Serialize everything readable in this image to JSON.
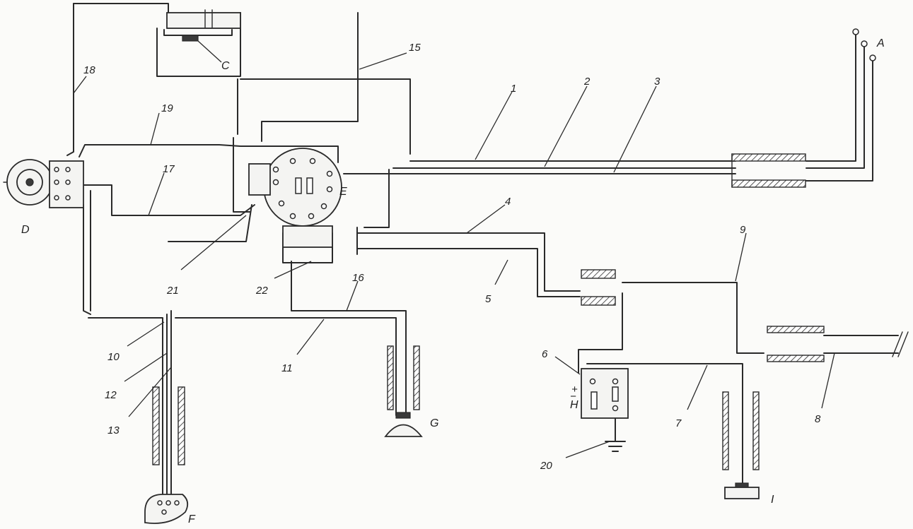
{
  "diagram": {
    "wire_labels": [
      "1",
      "2",
      "3",
      "4",
      "5",
      "6",
      "7",
      "8",
      "9",
      "10",
      "11",
      "12",
      "13",
      "15",
      "16",
      "17",
      "18",
      "19",
      "20",
      "21",
      "22"
    ],
    "component_labels": [
      "A",
      "C",
      "D",
      "E",
      "F",
      "G",
      "H",
      "I"
    ],
    "polarity": {
      "plus": "+",
      "minus": "−"
    }
  }
}
